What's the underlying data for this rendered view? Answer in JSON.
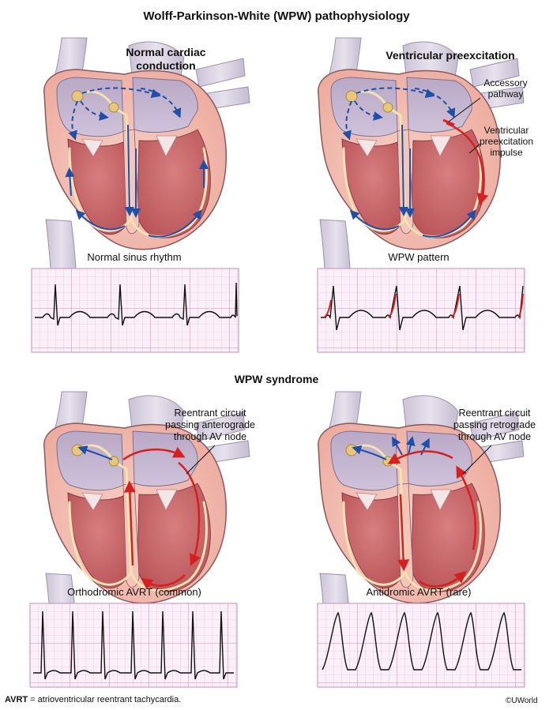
{
  "title": "Wolff-Parkinson-White (WPW) pathophysiology",
  "panels": {
    "normal": {
      "title_line1": "Normal cardiac",
      "title_line2": "conduction",
      "ecg_title": "Normal sinus rhythm"
    },
    "preexcitation": {
      "title": "Ventricular preexcitation",
      "label_accessory_1": "Accessory",
      "label_accessory_2": "pathway",
      "label_impulse_1": "Ventricular",
      "label_impulse_2": "preexcitation",
      "label_impulse_3": "impulse",
      "ecg_title": "WPW pattern"
    },
    "syndrome_title": "WPW syndrome",
    "orthodromic": {
      "label_1": "Reentrant circuit",
      "label_2": "passing anterograde",
      "label_3": "through AV node",
      "ecg_title": "Orthodromic AVRT (common)"
    },
    "antidromic": {
      "label_1": "Reentrant circuit",
      "label_2": "passing retrograde",
      "label_3": "through AV node",
      "ecg_title": "Antidromic AVRT (rare)"
    }
  },
  "footer": {
    "abbr": "AVRT",
    "definition": " = atrioventricular reentrant tachycardia.",
    "copyright": "©UWorld"
  },
  "colors": {
    "conduction_blue": "#1f4fa8",
    "reentry_red": "#d62020",
    "ecg_grid": "#e4b6d8",
    "ecg_bg": "#fbf0f8",
    "heart_wall": "#f2b9ae",
    "heart_inner": "#c8656a",
    "vessel": "#d8cfe0",
    "node": "#e8c77a"
  }
}
